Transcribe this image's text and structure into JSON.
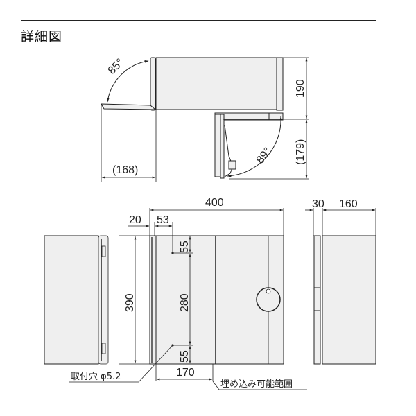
{
  "title": "詳細図",
  "top_view": {
    "angle_left": "85°",
    "angle_right": "89°",
    "dim_depth": "190",
    "dim_door_swing": "(179)",
    "dim_left_door": "(168)"
  },
  "front_view": {
    "dim_width": "400",
    "dim_left_edge": "20",
    "dim_hole_offset": "53",
    "dim_height": "390",
    "dim_top_hole": "55",
    "dim_hole_spacing": "280",
    "dim_bottom_hole": "55",
    "dim_embed_width": "170",
    "label_mount_hole": "取付穴 φ5.2",
    "label_embed_range": "埋め込み可能範囲"
  },
  "side_view": {
    "dim_front": "30",
    "dim_depth": "160"
  },
  "colors": {
    "panel_fill": "#efefef",
    "line": "#222222",
    "background": "#ffffff"
  }
}
